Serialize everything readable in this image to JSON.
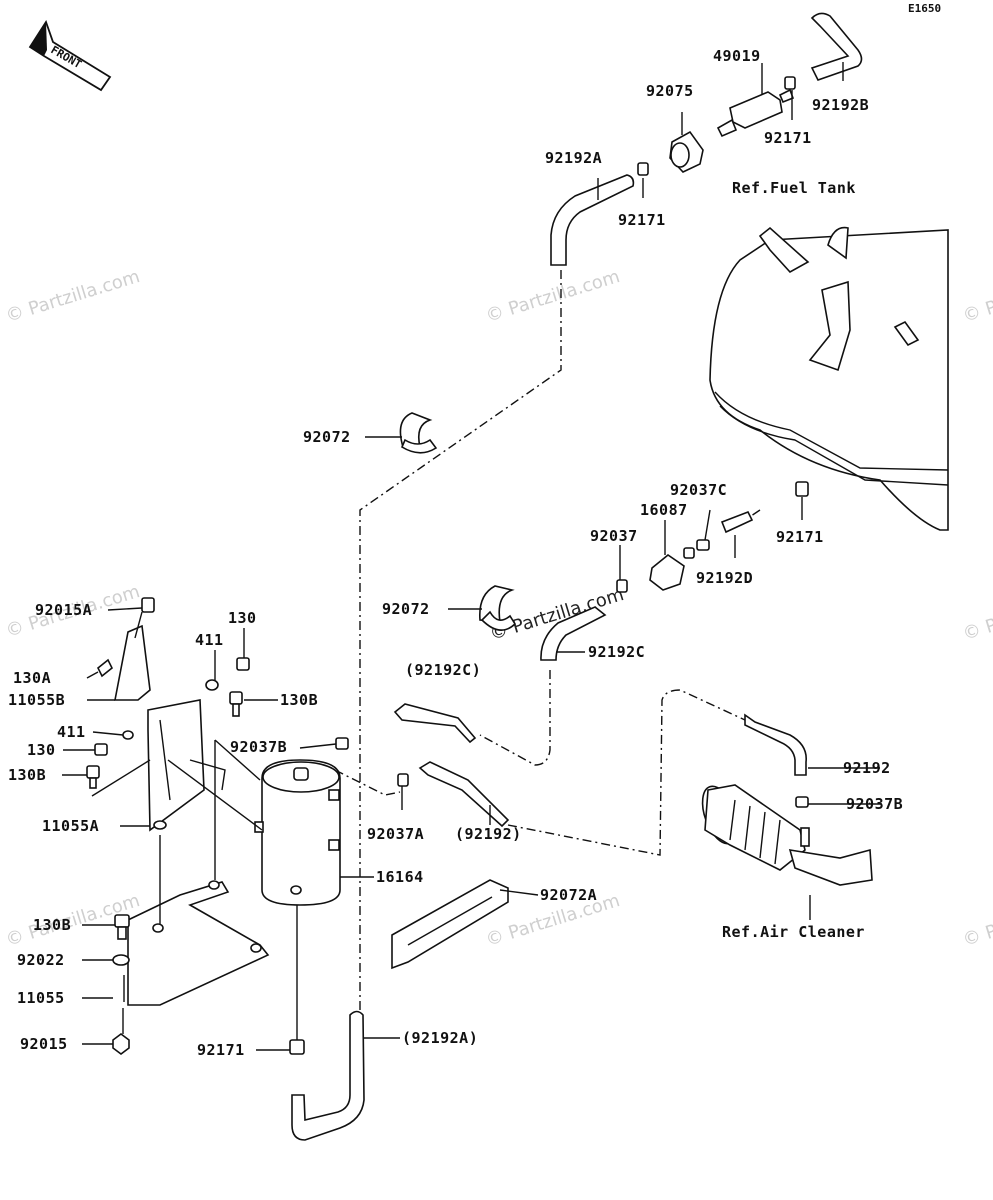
{
  "diagram_code": "E1650",
  "direction": "FRONT",
  "watermark": "© Partzilla.com",
  "refs": {
    "fuel_tank": "Ref.Fuel Tank",
    "air_cleaner": "Ref.Air Cleaner"
  },
  "labels": {
    "p49019": "49019",
    "p92075": "92075",
    "p92192B": "92192B",
    "p92171_top": "92171",
    "p92192A_top": "92192A",
    "p92171_left": "92171",
    "p92072_top": "92072",
    "p92037C": "92037C",
    "p16087": "16087",
    "p92037": "92037",
    "p92171_right": "92171",
    "p92192D": "92192D",
    "p92072_mid": "92072",
    "p92192C": "92192C",
    "p92192C_paren": "(92192C)",
    "p92015A": "92015A",
    "p130_top": "130",
    "p411_top": "411",
    "p130A": "130A",
    "p11055B": "11055B",
    "p130B_top": "130B",
    "p411_mid": "411",
    "p130_mid": "130",
    "p92037B_left": "92037B",
    "p130B_mid": "130B",
    "p92192": "92192",
    "p92037B_right": "92037B",
    "p11055A": "11055A",
    "p92037A": "92037A",
    "p92192_paren": "(92192)",
    "p16164": "16164",
    "p92072A": "92072A",
    "p130B_low": "130B",
    "p92022": "92022",
    "p11055": "11055",
    "p92015": "92015",
    "p92171_bottom": "92171",
    "p92192A_paren": "(92192A)"
  }
}
